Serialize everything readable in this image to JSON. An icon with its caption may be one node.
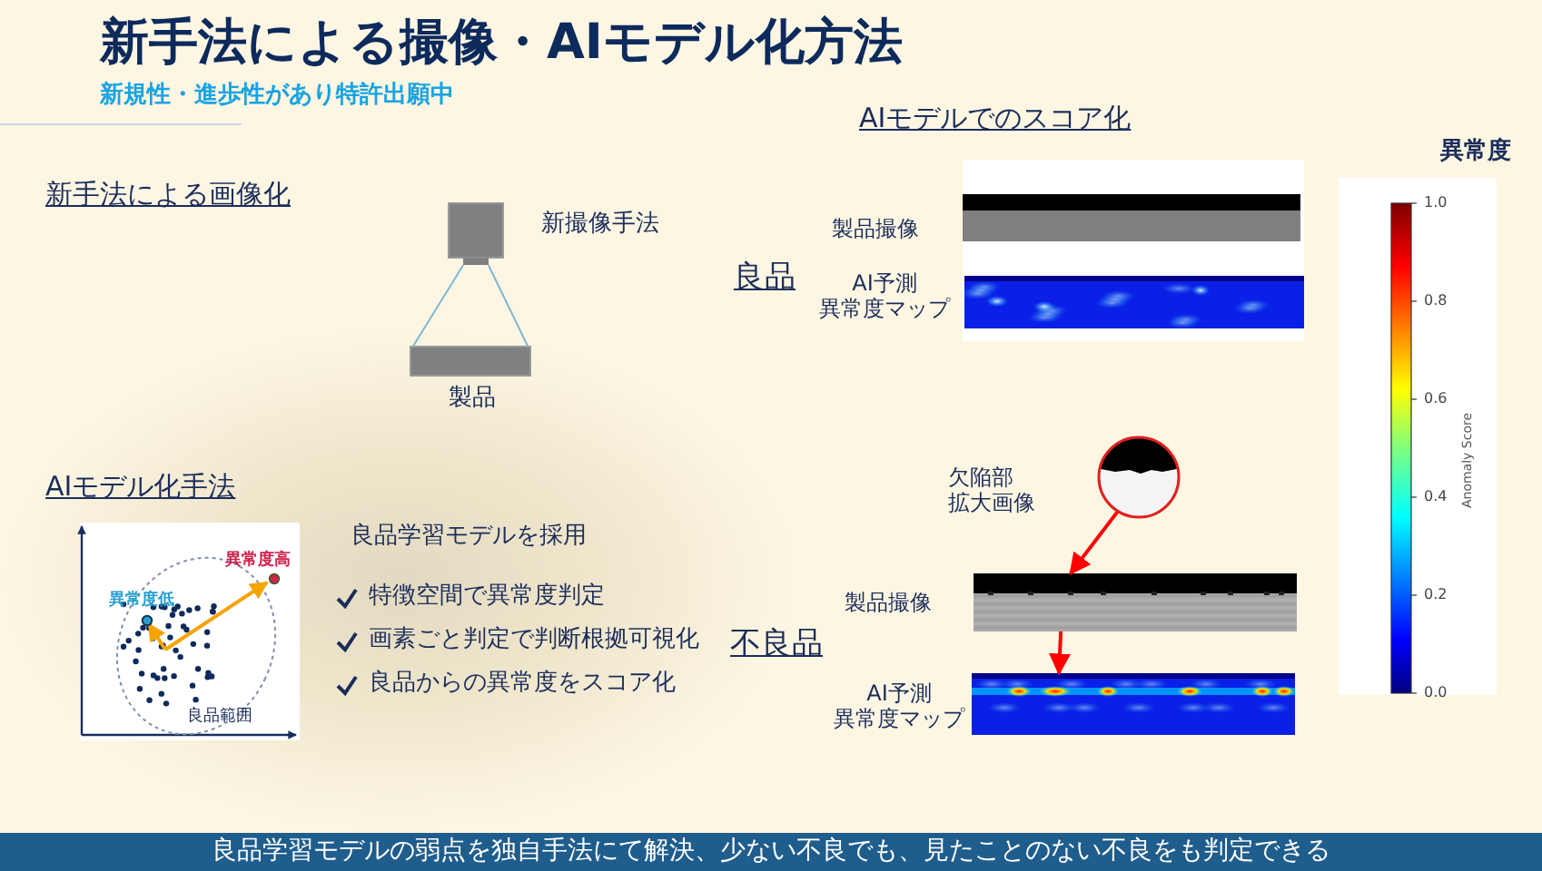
{
  "diagram": {
    "title": "新手法による撮像・AIモデル化方法",
    "caption": "良品学習モデルの弱点を独自手法にて解決、少ない不良でも、見たことのない不良をも判定できる",
    "nodes": [
      {
        "text": [],
        "shape": "box",
        "beside": [
          "新撮像手法"
        ]
      },
      {
        "text": [],
        "shape": "bar",
        "beside": [
          "製品"
        ]
      },
      {
        "text": [],
        "shape": "picture",
        "beside": [
          "欠陥部拡大画像"
        ]
      },
      {
        "text": [],
        "shape": "picture",
        "beside": [
          "製品撮像"
        ]
      },
      {
        "text": [],
        "shape": "picture",
        "beside": [
          "AI予測異常度マップ"
        ]
      }
    ],
    "edges": [
      {
        "from": 0,
        "to": 1,
        "arrow": "none",
        "color": "#7fb8d4"
      },
      {
        "from": 0,
        "to": 1,
        "arrow": "none",
        "color": "#7fb8d4"
      },
      {
        "from": 2,
        "to": 3,
        "arrow": "to",
        "color": "#ff0000"
      },
      {
        "from": 3,
        "to": 4,
        "arrow": "to",
        "color": "#ff0000"
      }
    ],
    "labels": [
      "新規性・進歩性があり特許出願中",
      "新手法による画像化",
      "AIモデルでのスコア化",
      "異常度",
      "製品撮像",
      "良品",
      "AI予測異常度マップ",
      "1.0",
      "0.8",
      "0.6",
      "0.4",
      "0.2",
      "0.0",
      "Anomaly Score",
      "AIモデル化手法",
      "異常度高",
      "異常度低",
      "良品範囲",
      "良品学習モデルを採用",
      "特徴空間で異常度判定",
      "画素ごと判定で判断根拠可視化",
      "良品からの異常度をスコア化",
      "不良品"
    ]
  }
}
